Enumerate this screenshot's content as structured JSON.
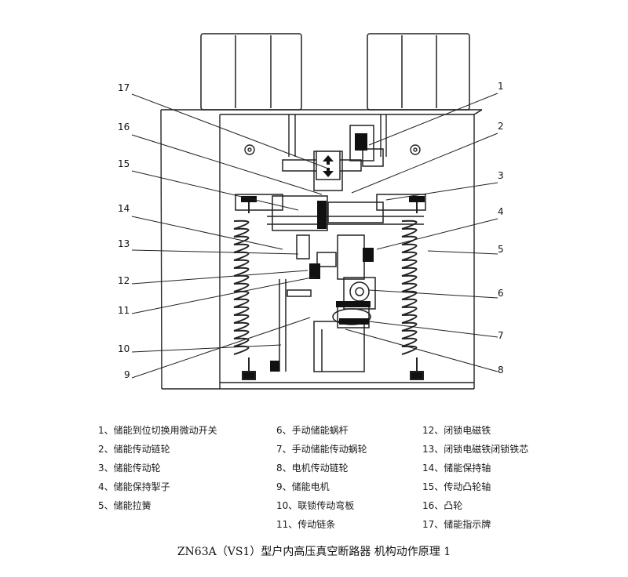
{
  "callouts": [
    "1",
    "2",
    "3",
    "4",
    "5",
    "6",
    "7",
    "8",
    "9",
    "10",
    "11",
    "12",
    "13",
    "14",
    "15",
    "16",
    "17"
  ],
  "legend": [
    "1、储能到位切换用微动开关",
    "2、储能传动链轮",
    "3、储能传动轮",
    "4、储能保持掣子",
    "5、储能拉簧",
    "6、手动储能蜗杆",
    "7、手动储能传动蜗轮",
    "8、电机传动链轮",
    "9、储能电机",
    "10、联锁传动弯板",
    "11、传动链条",
    "12、闭锁电磁铁",
    "13、闭锁电磁铁闭锁铁芯",
    "14、储能保持轴",
    "15、传动凸轮轴",
    "16、凸轮",
    "17、储能指示牌"
  ],
  "caption": "ZN63A（VS1）型户内高压真空断路器 机构动作原理 1"
}
